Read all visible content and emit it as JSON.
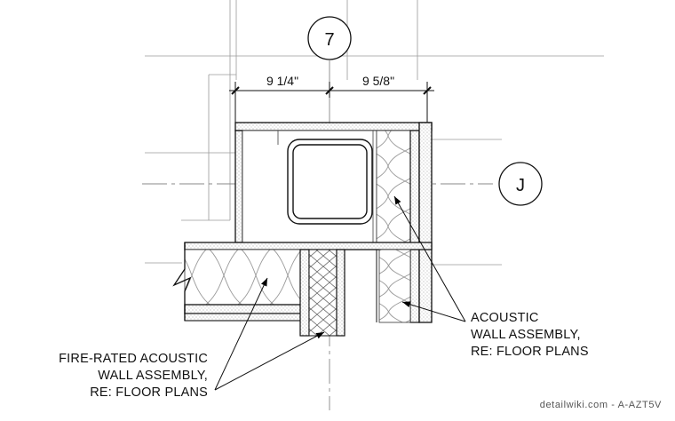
{
  "grid_tags": {
    "column": "7",
    "row": "J"
  },
  "dimensions": {
    "left": "9 1/4\"",
    "right": "9 5/8\""
  },
  "callouts": {
    "acoustic": [
      "ACOUSTIC",
      "WALL ASSEMBLY,",
      "RE: FLOOR PLANS"
    ],
    "fire_rated": [
      "FIRE-RATED ACOUSTIC",
      "WALL ASSEMBLY,",
      "RE: FLOOR PLANS"
    ]
  },
  "watermark": "detailwiki.com - A-AZT5V"
}
